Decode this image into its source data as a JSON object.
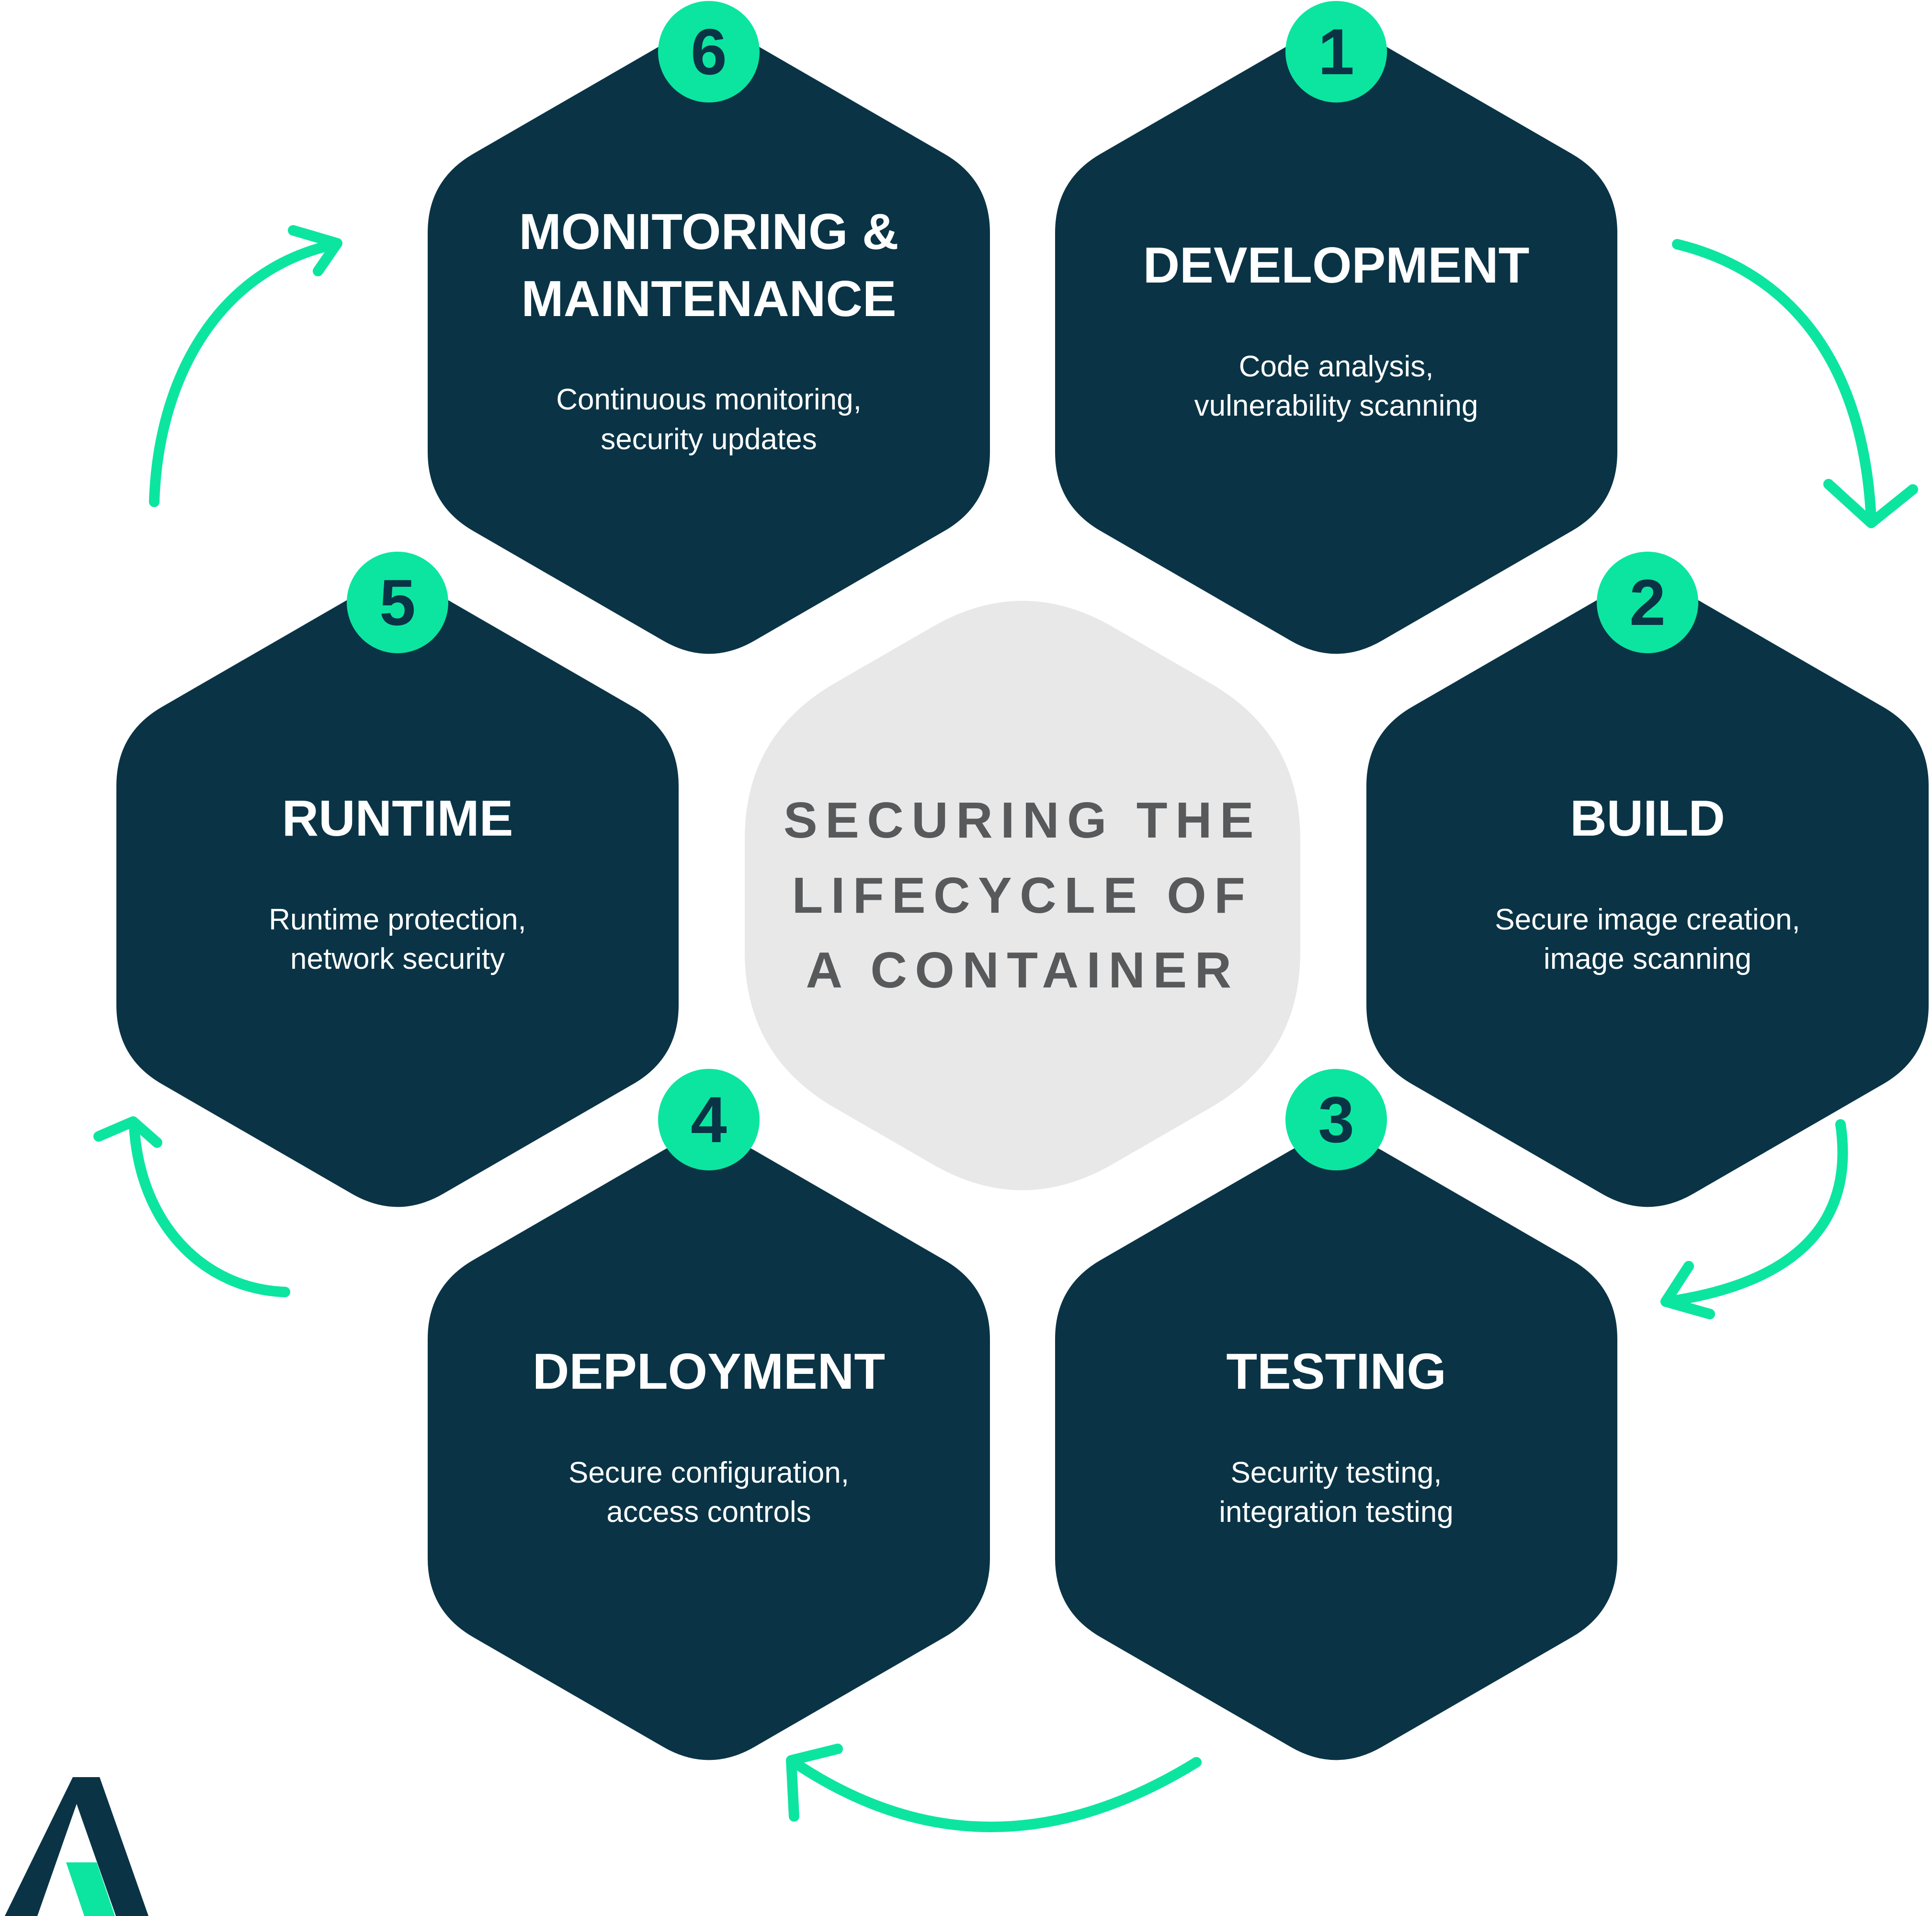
{
  "center": {
    "line1": "SECURING THE",
    "line2": "LIFECYCLE OF",
    "line3": "A CONTAINER"
  },
  "stages": [
    {
      "number": "1",
      "title_lines": [
        "DEVELOPMENT"
      ],
      "subtitle_lines": [
        "Code analysis,",
        "vulnerability scanning"
      ]
    },
    {
      "number": "2",
      "title_lines": [
        "BUILD"
      ],
      "subtitle_lines": [
        "Secure image creation,",
        "image scanning"
      ]
    },
    {
      "number": "3",
      "title_lines": [
        "TESTING"
      ],
      "subtitle_lines": [
        "Security testing,",
        "integration testing"
      ]
    },
    {
      "number": "4",
      "title_lines": [
        "DEPLOYMENT"
      ],
      "subtitle_lines": [
        "Secure configuration,",
        "access controls"
      ]
    },
    {
      "number": "5",
      "title_lines": [
        "RUNTIME"
      ],
      "subtitle_lines": [
        "Runtime protection,",
        "network security"
      ]
    },
    {
      "number": "6",
      "title_lines": [
        "MONITORING &",
        "MAINTENANCE"
      ],
      "subtitle_lines": [
        "Continuous monitoring,",
        "security updates"
      ]
    }
  ],
  "icons": {
    "logo": "brand-logo-icon",
    "arrows": "cycle-arrow-icon"
  },
  "colors": {
    "navy": "#0a3446",
    "green": "#0ce5a0",
    "center_bg": "#e8e8e8",
    "center_text": "#58595b",
    "text_on_navy": "#ffffff"
  }
}
